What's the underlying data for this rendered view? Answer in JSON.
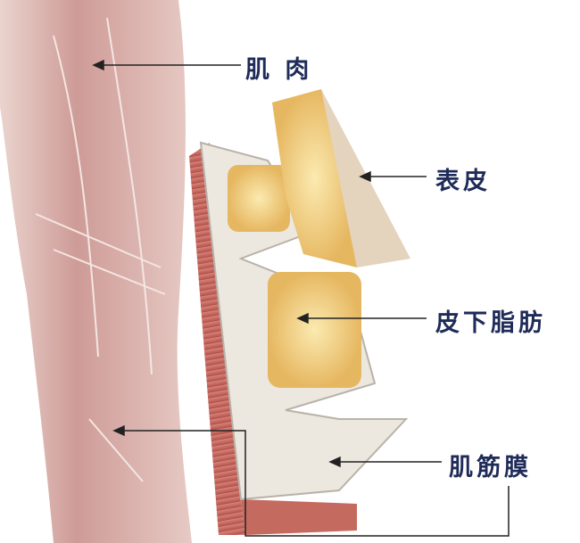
{
  "labels": {
    "muscle": "肌 肉",
    "epidermis": "表皮",
    "subcutaneous_fat": "皮下脂肪",
    "myofascia": "肌筋膜"
  },
  "colors": {
    "text": "#1f2b58",
    "muscle": "#c98a86",
    "fat": "#f1d48a",
    "fascia": "#e9e4dc"
  }
}
